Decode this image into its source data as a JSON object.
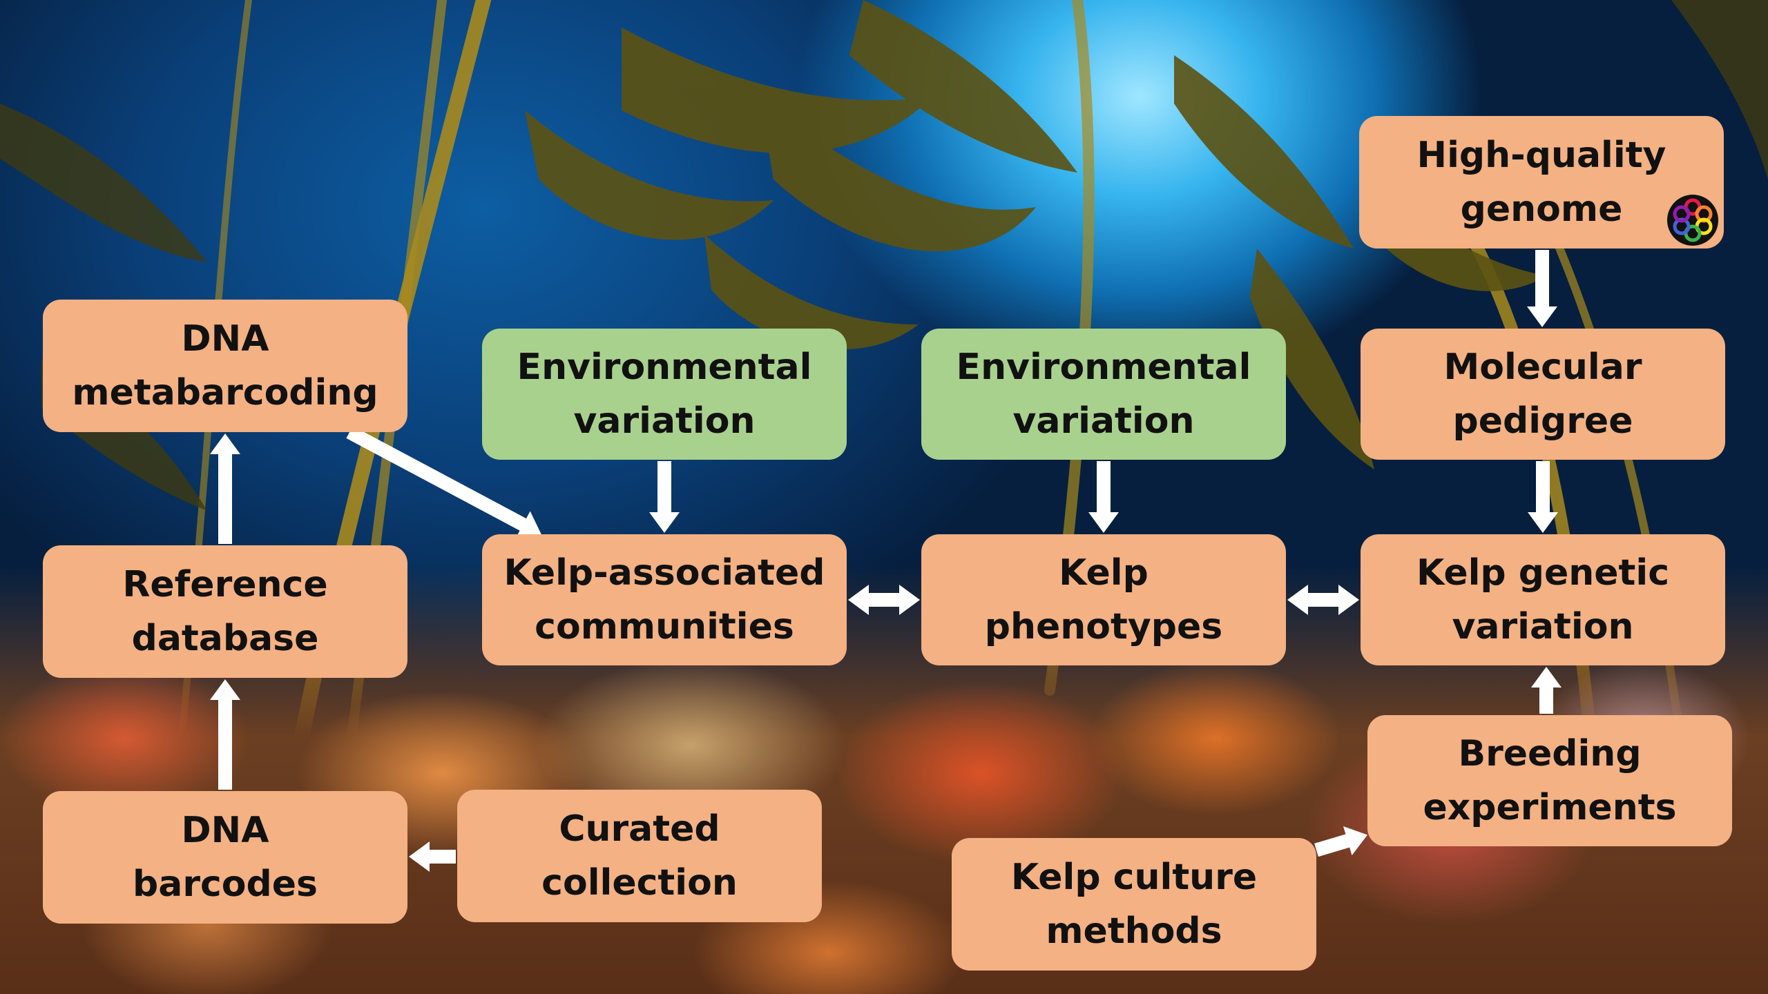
{
  "colors": {
    "node_fill": "#f4b183",
    "environment_fill": "#a9d18e",
    "arrow": "#ffffff",
    "text": "#111111"
  },
  "nodes": {
    "dna_metabarcoding": "DNA\nmetabarcoding",
    "reference_database": "Reference\ndatabase",
    "dna_barcodes": "DNA\nbarcodes",
    "curated_collection": "Curated\ncollection",
    "environmental_variation_1": "Environmental\nvariation",
    "environmental_variation_2": "Environmental\nvariation",
    "kelp_associated_communities": "Kelp-associated\ncommunities",
    "kelp_phenotypes": "Kelp\nphenotypes",
    "high_quality_genome": "High-quality\ngenome",
    "molecular_pedigree": "Molecular\npedigree",
    "kelp_genetic_variation": "Kelp genetic\nvariation",
    "breeding_experiments": "Breeding\nexperiments",
    "kelp_culture_methods": "Kelp culture\nmethods"
  },
  "icons": {
    "genome_logo": "genome-project-logo-icon"
  },
  "edges": [
    {
      "from": "dna_barcodes",
      "to": "reference_database"
    },
    {
      "from": "reference_database",
      "to": "dna_metabarcoding"
    },
    {
      "from": "dna_metabarcoding",
      "to": "kelp_associated_communities"
    },
    {
      "from": "curated_collection",
      "to": "dna_barcodes"
    },
    {
      "from": "environmental_variation_1",
      "to": "kelp_associated_communities"
    },
    {
      "from": "environmental_variation_2",
      "to": "kelp_phenotypes"
    },
    {
      "from": "kelp_associated_communities",
      "to": "kelp_phenotypes",
      "bidirectional": true
    },
    {
      "from": "kelp_phenotypes",
      "to": "kelp_genetic_variation",
      "bidirectional": true
    },
    {
      "from": "high_quality_genome",
      "to": "molecular_pedigree"
    },
    {
      "from": "molecular_pedigree",
      "to": "kelp_genetic_variation"
    },
    {
      "from": "breeding_experiments",
      "to": "kelp_genetic_variation"
    },
    {
      "from": "kelp_culture_methods",
      "to": "breeding_experiments"
    }
  ]
}
